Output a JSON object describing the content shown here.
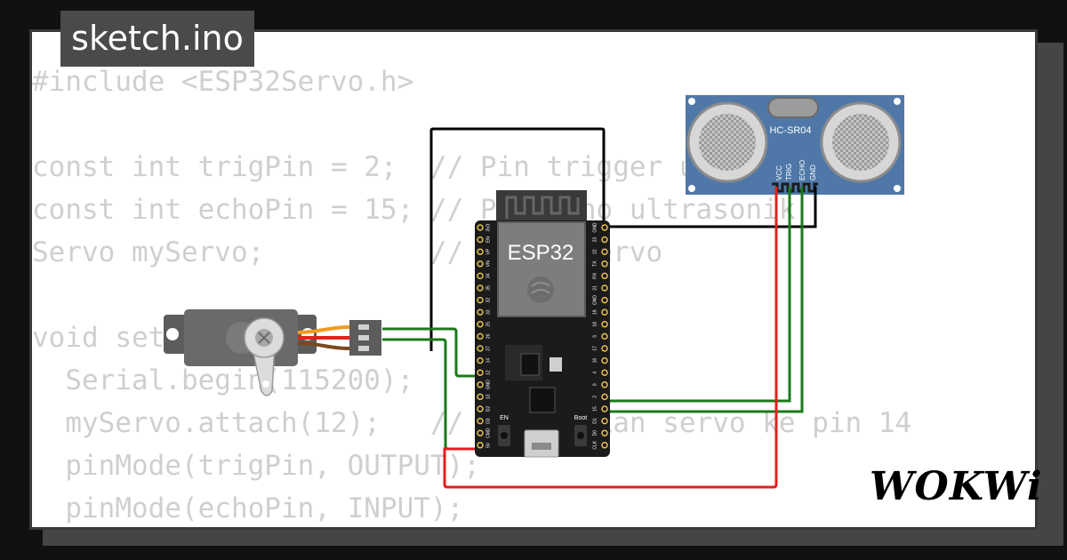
{
  "title": "sketch.ino",
  "code_lines": [
    "#include <ESP32Servo.h>",
    "",
    "const int trigPin = 2;  // Pin trigger ultrasonik",
    "const int echoPin = 15; // Pin echo ultrasonik",
    "Servo myServo;          // Objek Servo",
    "",
    "void setup() {",
    "  Serial.begin(115200);",
    "  myServo.attach(12);   // Sambungkan servo ke pin 14",
    "  pinMode(trigPin, OUTPUT);",
    "  pinMode(echoPin, INPUT);"
  ],
  "board": {
    "name": "ESP32",
    "left_pins": [
      "3V3",
      "EN",
      "VP",
      "VN",
      "34",
      "35",
      "32",
      "33",
      "25",
      "26",
      "27",
      "14",
      "12",
      "GND",
      "13",
      "D2",
      "D3",
      "CMD",
      "5V"
    ],
    "right_pins": [
      "GND",
      "23",
      "22",
      "TX",
      "RX",
      "21",
      "GND",
      "19",
      "18",
      "5",
      "17",
      "16",
      "4",
      "0",
      "2",
      "15",
      "D1",
      "D0",
      "CLK"
    ],
    "button_en": "EN",
    "button_boot": "Boot"
  },
  "sensor": {
    "name": "HC-SR04",
    "pins": [
      "VCC",
      "TRIG",
      "ECHO",
      "GND"
    ]
  },
  "logo": "WOKWi",
  "colors": {
    "wire_black": "#000000",
    "wire_green": "#1a7a1a",
    "wire_red": "#e21f1f",
    "board": "#1b1b1b",
    "sensor": "#4f78a8"
  }
}
